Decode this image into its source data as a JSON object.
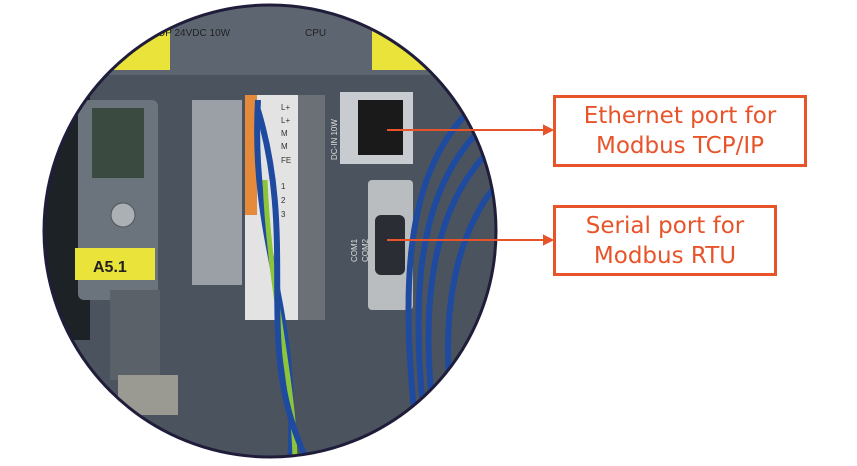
{
  "photo": {
    "module_labels": {
      "power": "UP 24VDC 10W",
      "cpu": "CPU"
    },
    "tag_label": "A5.1",
    "port_label": "DC-IN 10W",
    "com_labels": [
      "COM1",
      "COM2"
    ],
    "terminal_labels": [
      "L+",
      "L+",
      "M",
      "M",
      "FE",
      "1",
      "2",
      "3"
    ]
  },
  "callouts": [
    {
      "lines": [
        "Ethernet port for",
        "Modbus TCP/IP"
      ]
    },
    {
      "lines": [
        "Serial port for",
        "Modbus RTU"
      ]
    }
  ],
  "colors": {
    "accent": "#e8542a",
    "circle_border": "#1f1d3a"
  }
}
